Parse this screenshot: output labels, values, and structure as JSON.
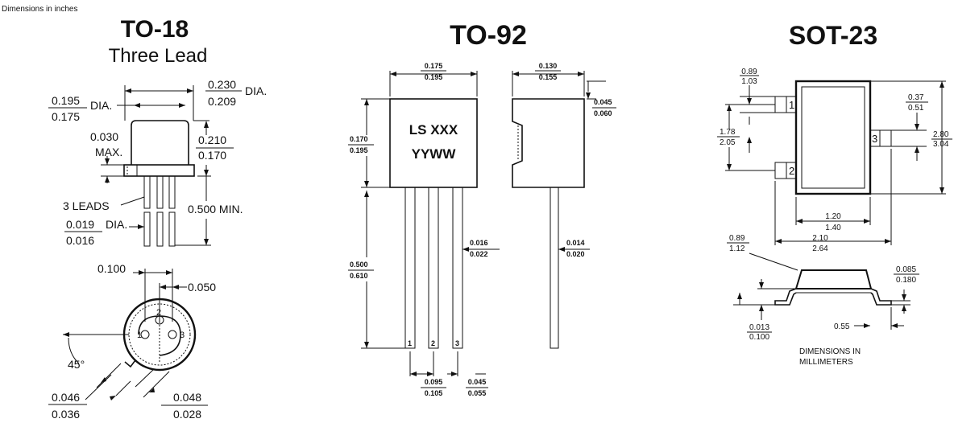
{
  "note": "Dimensions in inches",
  "to18": {
    "title": "TO-18",
    "subtitle": "Three Lead",
    "cap_dia_top": "0.230",
    "cap_dia_bot": "0.209",
    "cap_dia_unit": "DIA.",
    "flange_dia_top": "0.195",
    "flange_dia_bot": "0.175",
    "flange_dia_unit": "DIA.",
    "flange_max_val": "0.030",
    "flange_max_unit": "MAX.",
    "height_top": "0.210",
    "height_bot": "0.170",
    "leads_label": "3 LEADS",
    "lead_dia_top": "0.019",
    "lead_dia_unit": "DIA.",
    "lead_dia_bot": "0.016",
    "lead_len": "0.500 MIN.",
    "pin_spacing": "0.100",
    "pin_offset": "0.050",
    "angle": "45°",
    "tab_w_top": "0.046",
    "tab_w_bot": "0.036",
    "tab_l_top": "0.048",
    "tab_l_bot": "0.028",
    "pins": [
      "1",
      "2",
      "3"
    ]
  },
  "to92": {
    "title": "TO-92",
    "width_top": "0.175",
    "width_bot": "0.195",
    "depth_top": "0.130",
    "depth_bot": "0.155",
    "flat_top": "0.045",
    "flat_bot": "0.060",
    "height_top": "0.170",
    "height_bot": "0.195",
    "marking_1": "LS XXX",
    "marking_2": "YYWW",
    "lead_w_top": "0.016",
    "lead_w_bot": "0.022",
    "lead_t_top": "0.014",
    "lead_t_bot": "0.020",
    "lead_len_top": "0.500",
    "lead_len_bot": "0.610",
    "pitch_top": "0.095",
    "pitch_bot": "0.105",
    "pitch2_top": "0.045",
    "pitch2_bot": "0.055",
    "pins": [
      "1",
      "2",
      "3"
    ]
  },
  "sot23": {
    "title": "SOT-23",
    "lead_len_top": "0.89",
    "lead_len_bot": "1.03",
    "lead_w_top": "0.37",
    "lead_w_bot": "0.51",
    "pin_sp_top": "1.78",
    "pin_sp_bot": "2.05",
    "length_top": "2.80",
    "length_bot": "3.04",
    "body_w_top": "1.20",
    "body_w_bot": "1.40",
    "overall_w_top": "2.10",
    "overall_w_bot": "2.64",
    "height_top": "0.89",
    "height_bot": "1.12",
    "thick_top": "0.085",
    "thick_bot": "0.180",
    "standoff_top": "0.013",
    "standoff_bot": "0.100",
    "foot_len": "0.55",
    "units_line1": "DIMENSIONS IN",
    "units_line2": "MILLIMETERS",
    "pins": [
      "1",
      "2",
      "3"
    ]
  }
}
